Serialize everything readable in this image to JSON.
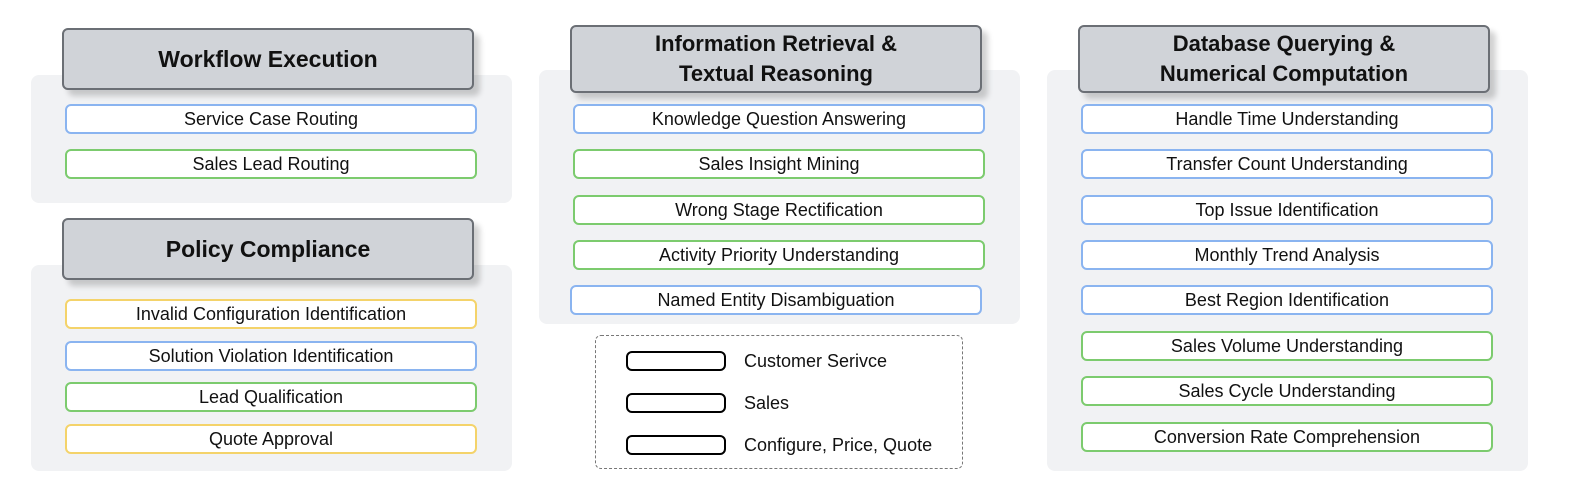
{
  "legend": [
    {
      "label": "Customer Serivce",
      "color": "#8ab4f0"
    },
    {
      "label": "Sales",
      "color": "#7ccb6e"
    },
    {
      "label": "Configure, Price, Quote",
      "color": "#f4d36a"
    }
  ],
  "workflow": {
    "title": "Workflow Execution",
    "items": [
      {
        "label": "Service Case Routing",
        "category": "Customer Serivce"
      },
      {
        "label": "Sales Lead Routing",
        "category": "Sales"
      }
    ]
  },
  "policy": {
    "title": "Policy Compliance",
    "items": [
      {
        "label": "Invalid Configuration Identification",
        "category": "Configure, Price, Quote"
      },
      {
        "label": "Solution Violation Identification",
        "category": "Customer Serivce"
      },
      {
        "label": "Lead Qualification",
        "category": "Sales"
      },
      {
        "label": "Quote Approval",
        "category": "Configure, Price, Quote"
      }
    ]
  },
  "retrieval": {
    "title_line1": "Information Retrieval &",
    "title_line2": "Textual Reasoning",
    "items": [
      {
        "label": "Knowledge Question Answering",
        "category": "Customer Serivce"
      },
      {
        "label": "Sales Insight Mining",
        "category": "Sales"
      },
      {
        "label": "Wrong Stage Rectification",
        "category": "Sales"
      },
      {
        "label": "Activity Priority Understanding",
        "category": "Sales"
      },
      {
        "label": "Named Entity Disambiguation",
        "category": "Customer Serivce"
      }
    ]
  },
  "database": {
    "title_line1": "Database Querying &",
    "title_line2": "Numerical Computation",
    "items": [
      {
        "label": "Handle Time Understanding",
        "category": "Customer Serivce"
      },
      {
        "label": "Transfer Count Understanding",
        "category": "Customer Serivce"
      },
      {
        "label": "Top Issue Identification",
        "category": "Customer Serivce"
      },
      {
        "label": "Monthly Trend Analysis",
        "category": "Customer Serivce"
      },
      {
        "label": "Best Region Identification",
        "category": "Customer Serivce"
      },
      {
        "label": "Sales Volume Understanding",
        "category": "Sales"
      },
      {
        "label": "Sales Cycle Understanding",
        "category": "Sales"
      },
      {
        "label": "Conversion Rate Comprehension",
        "category": "Sales"
      }
    ]
  }
}
